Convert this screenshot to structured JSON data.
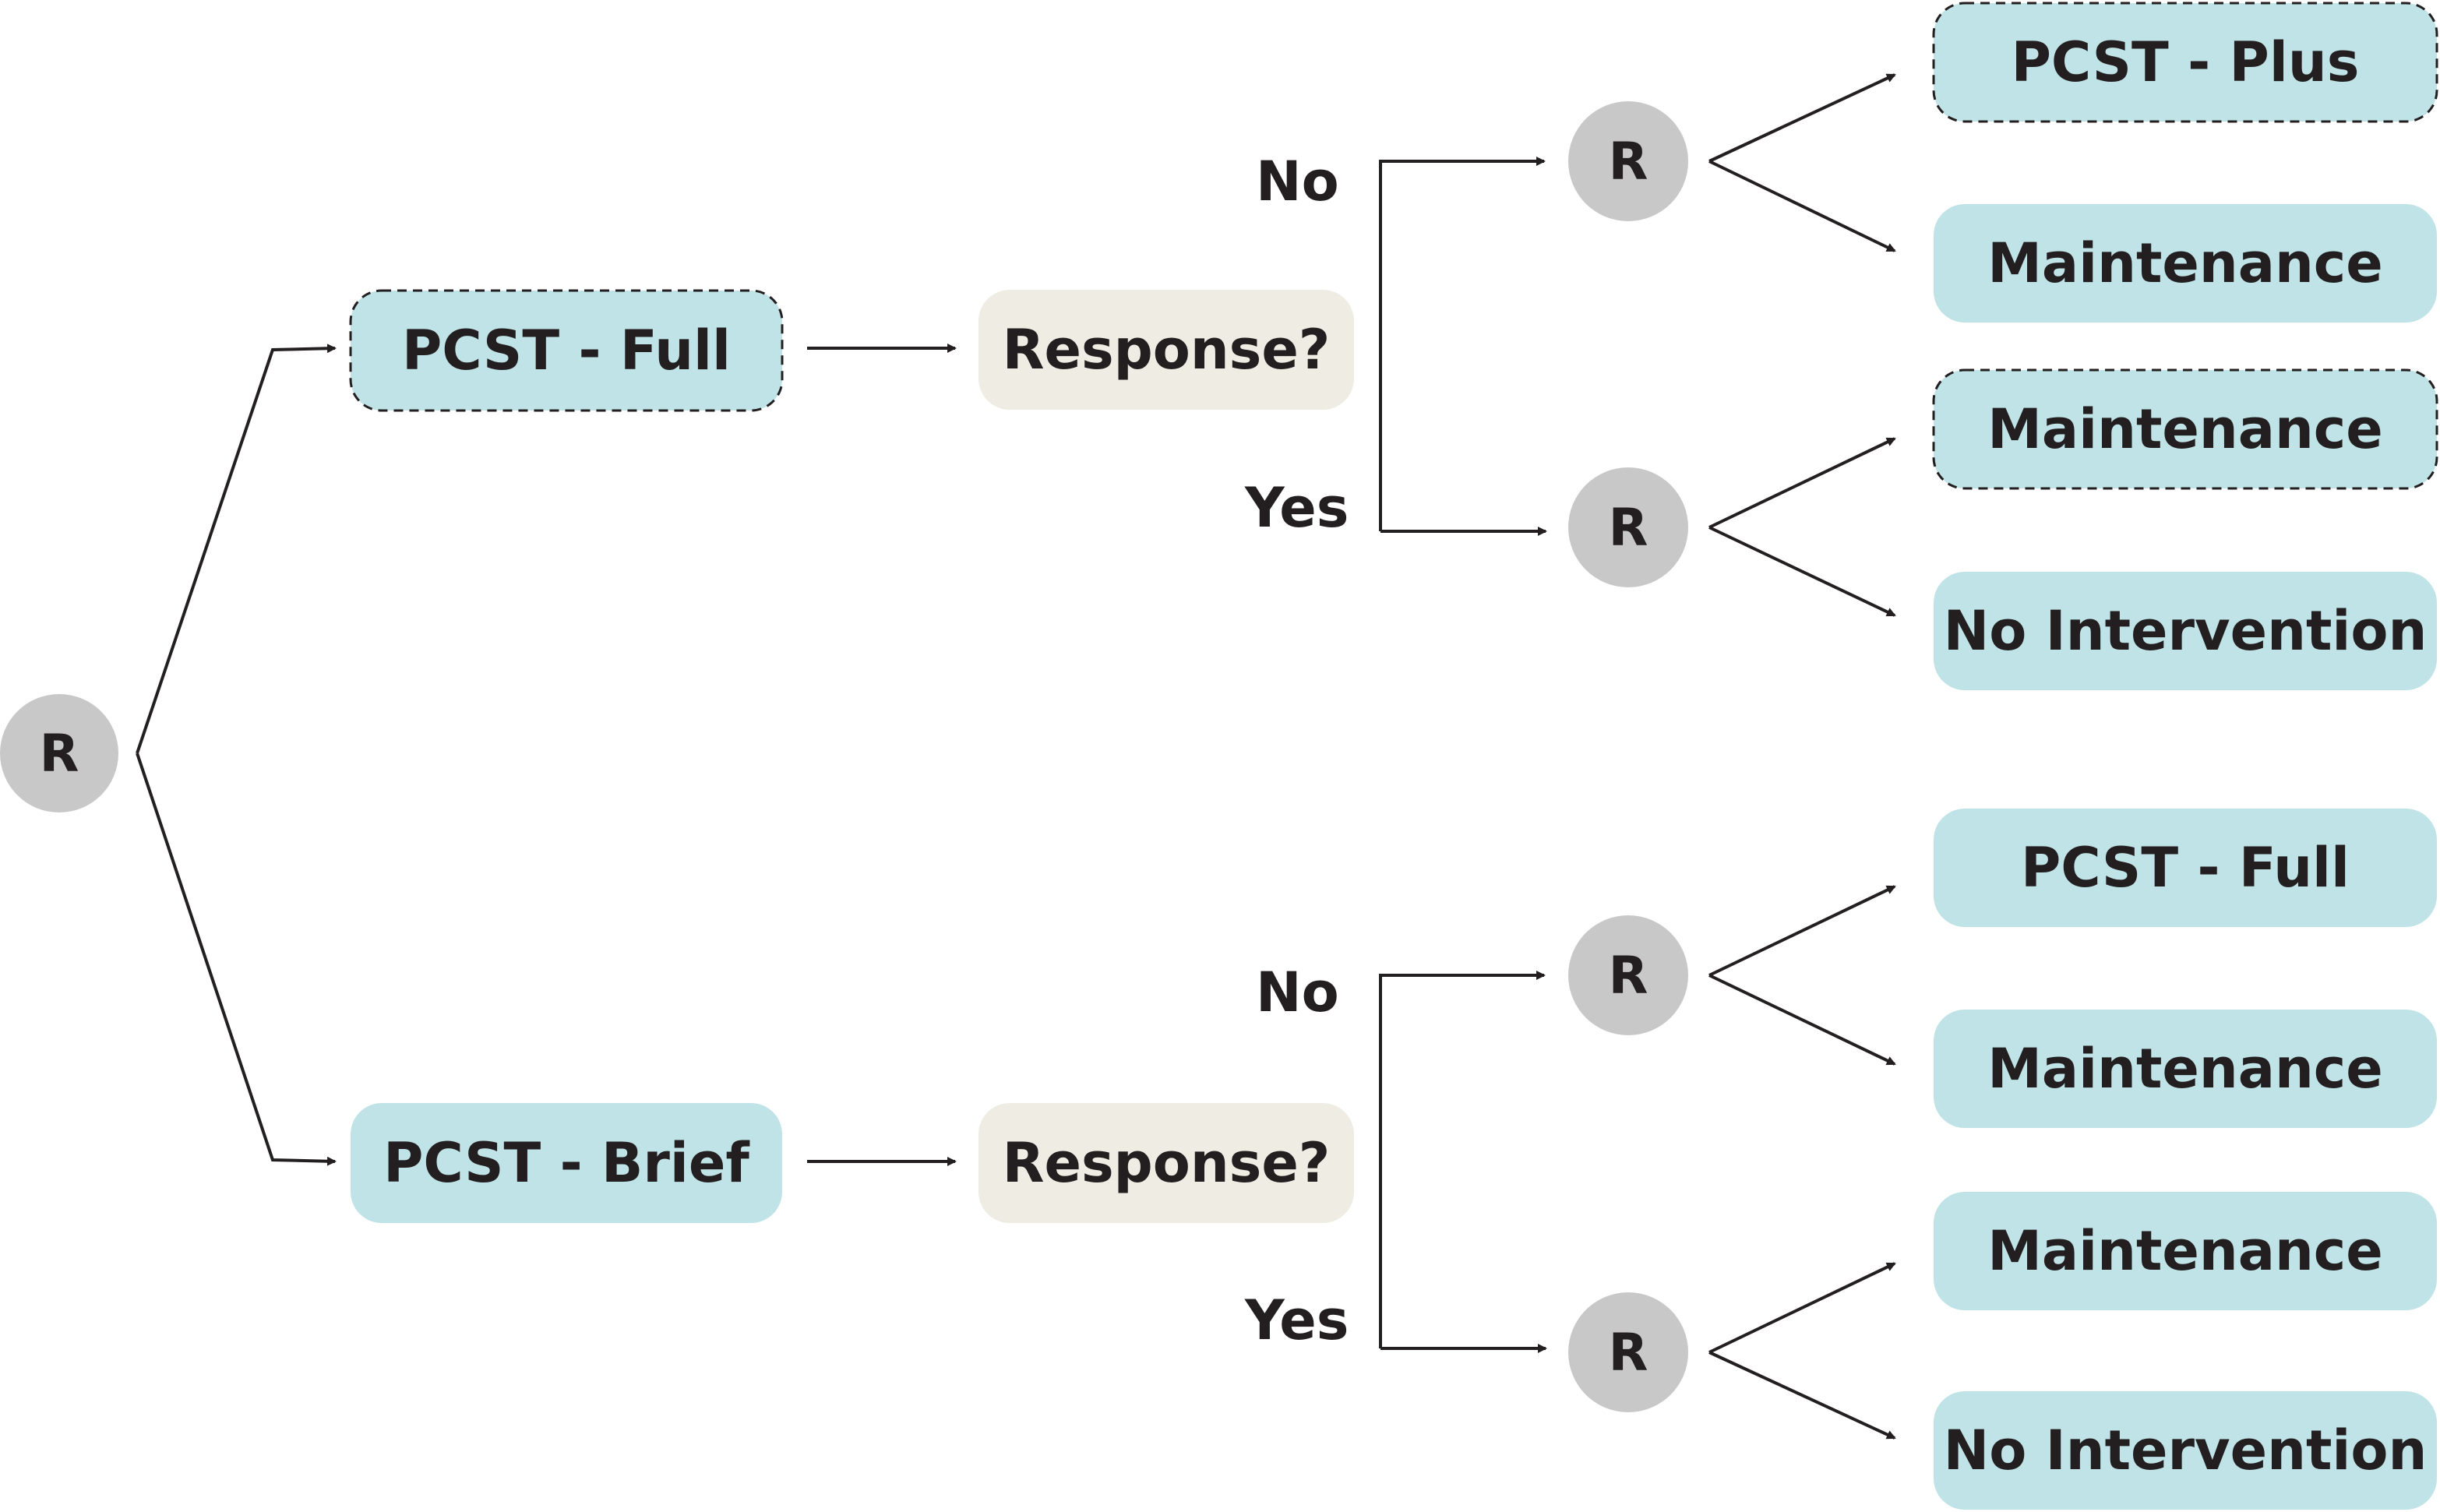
{
  "colors": {
    "treatment_fill": "#bfe3e6",
    "decision_fill": "#eeece3",
    "randomization_fill": "#c8c8c8",
    "line": "#231f20",
    "text": "#231f20"
  },
  "nodes": {
    "root_randomization": "R",
    "pcst_full": "PCST - Full",
    "pcst_brief": "PCST - Brief",
    "response_top": "Response?",
    "response_bottom": "Response?",
    "top_no_label": "No",
    "top_yes_label": "Yes",
    "bottom_no_label": "No",
    "bottom_yes_label": "Yes",
    "r_top_no": "R",
    "r_top_yes": "R",
    "r_bottom_no": "R",
    "r_bottom_yes": "R",
    "outcome_1": "PCST - Plus",
    "outcome_2": "Maintenance",
    "outcome_3": "Maintenance",
    "outcome_4": "No Intervention",
    "outcome_5": "PCST - Full",
    "outcome_6": "Maintenance",
    "outcome_7": "Maintenance",
    "outcome_8": "No Intervention"
  }
}
